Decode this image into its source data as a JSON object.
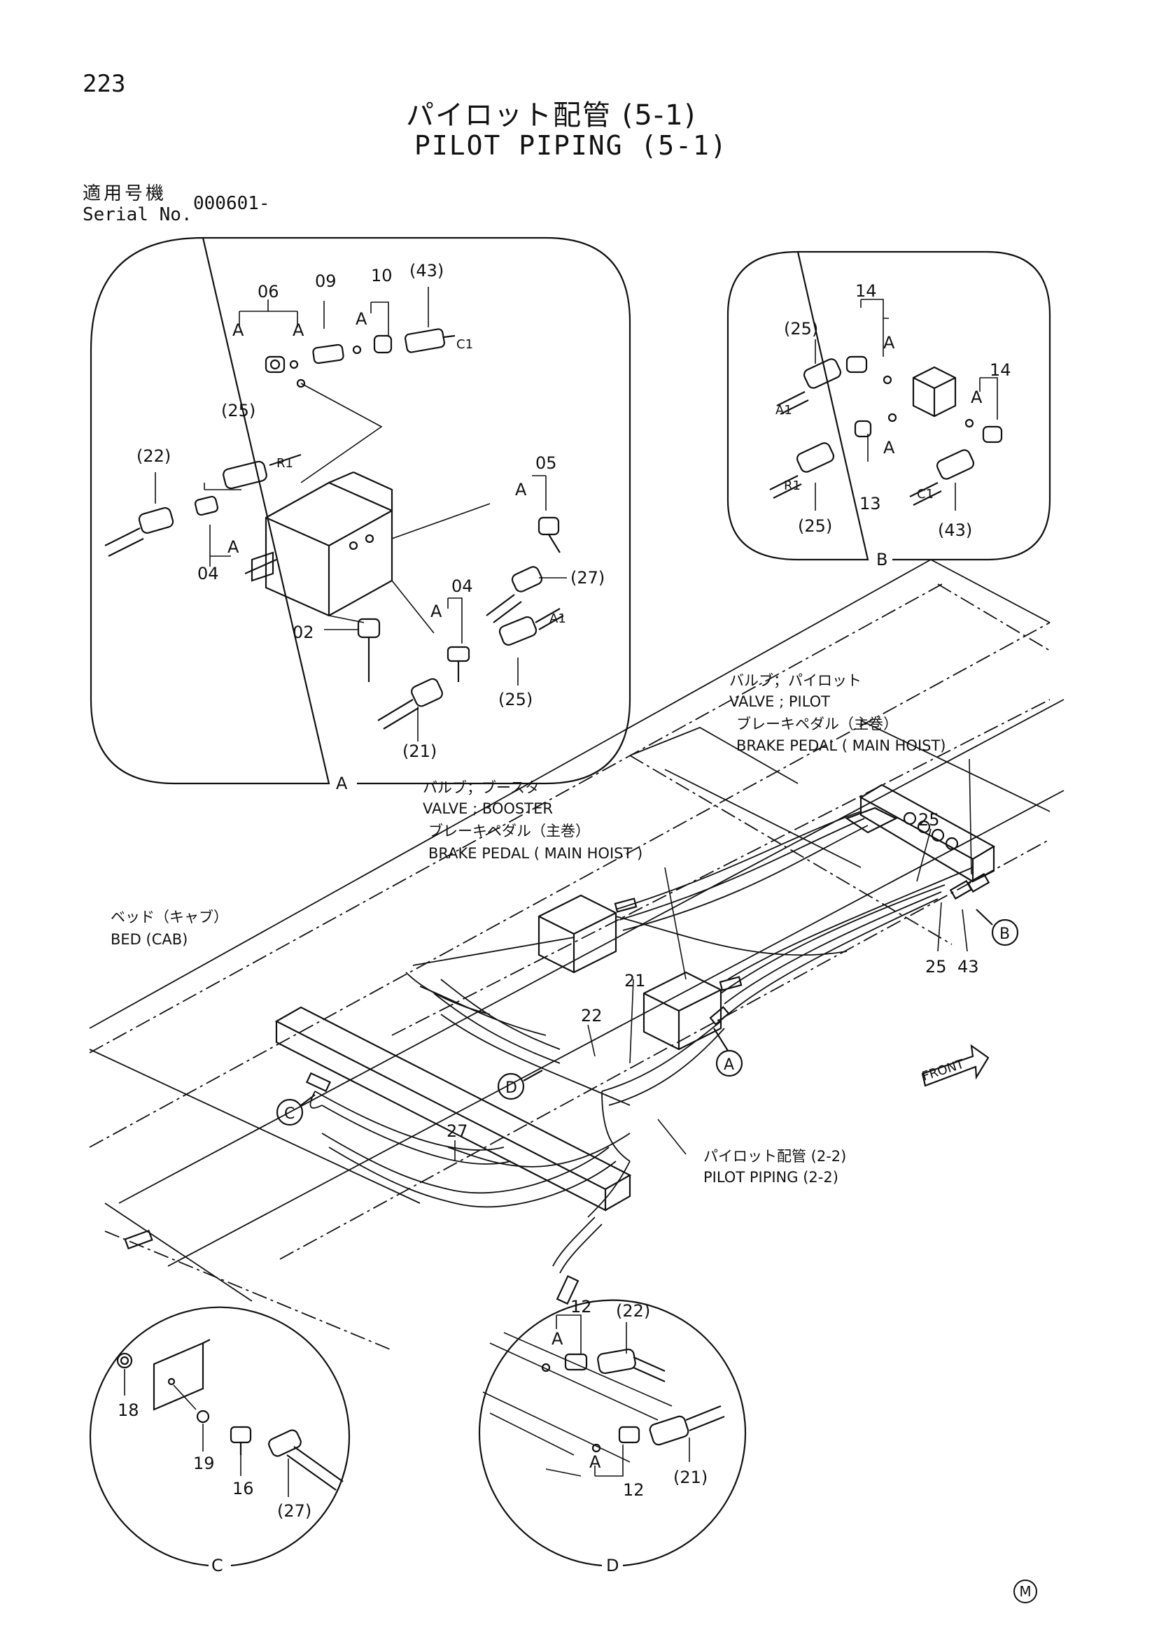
{
  "header": {
    "page_number": "223",
    "title_ja": "パイロット配管 (5-1)",
    "title_en": "PILOT PIPING (5-1)",
    "serial_label_ja": "適用号機",
    "serial_label_en": "Serial No.",
    "serial_value": "000601-"
  },
  "detail_a": {
    "view_label": "A",
    "labels": {
      "p06": "06",
      "p09": "09",
      "p10": "10",
      "p43": "(43)",
      "a1": "A",
      "a2": "A",
      "a3": "A",
      "c1": "C1",
      "p25_top": "(25)",
      "r1": "R1",
      "p22": "(22)",
      "a4": "A",
      "p04_left": "04",
      "p05": "05",
      "a5": "A",
      "p27": "(27)",
      "p04_right": "04",
      "a6": "A",
      "a1_tag": "A1",
      "p02": "02",
      "p25_bottom": "(25)",
      "p21": "(21)"
    }
  },
  "detail_b": {
    "view_label": "B",
    "labels": {
      "p14_top": "14",
      "a1": "A",
      "p25_top": "(25)",
      "a1_tag": "A1",
      "p14_right": "14",
      "a2": "A",
      "r1": "R1",
      "a3": "A",
      "p13": "13",
      "c1": "C1",
      "p25_bottom": "(25)",
      "p43": "(43)"
    }
  },
  "detail_c": {
    "view_label": "C",
    "labels": {
      "p18": "18",
      "p19": "19",
      "p16": "16",
      "p27": "(27)"
    }
  },
  "detail_d": {
    "view_label": "D",
    "labels": {
      "p12_top": "12",
      "a1": "A",
      "p22": "(22)",
      "a2": "A",
      "p12_bottom": "12",
      "p21": "(21)"
    }
  },
  "main_view": {
    "valve_pilot": {
      "name_ja": "バルブ；パイロット",
      "name_en": "VALVE ; PILOT",
      "sub_ja": "ブレーキペダル（主巻）",
      "sub_en": "BRAKE PEDAL ( MAIN HOIST)"
    },
    "valve_booster": {
      "name_ja": "バルブ；ブースタ",
      "name_en": "VALVE ; BOOSTER",
      "sub_ja": "ブレーキペダル（主巻）",
      "sub_en": "BRAKE PEDAL ( MAIN HOIST )"
    },
    "bed": {
      "name_ja": "ベッド（キャブ）",
      "name_en": "BED (CAB)"
    },
    "pilot_piping_ref": {
      "name_ja": "パイロット配管 (2-2)",
      "name_en": "PILOT PIPING (2-2)"
    },
    "front_label": "FRONT",
    "callouts": {
      "a": "A",
      "b": "B",
      "c": "C",
      "d": "D"
    },
    "part_numbers": {
      "p25_top": "25",
      "p25_bottom": "25",
      "p43": "43",
      "p21": "21",
      "p22": "22",
      "p27": "27"
    }
  },
  "footer": {
    "mark": "M"
  }
}
